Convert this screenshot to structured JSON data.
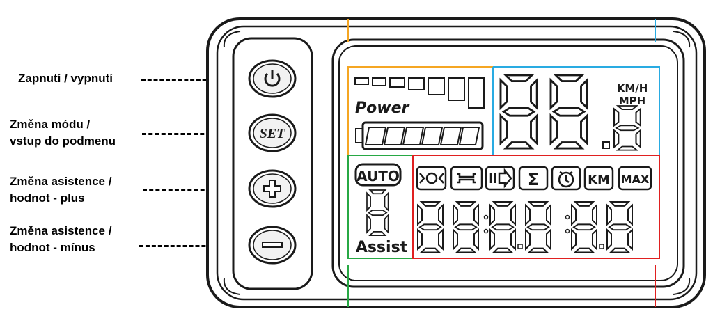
{
  "callouts": [
    {
      "line1": "Zapnutí / vypnutí",
      "line2": ""
    },
    {
      "line1": "Změna módu /",
      "line2": "vstup do podmenu"
    },
    {
      "line1": "Změna asistence /",
      "line2": "hodnot - plus"
    },
    {
      "line1": "Změna asistence /",
      "line2": "hodnot - mínus"
    }
  ],
  "buttons": {
    "set": "SET"
  },
  "lcd": {
    "power": "Power",
    "unit_top": "KM/H",
    "unit_bottom": "MPH",
    "auto": "AUTO",
    "assist": "Assist",
    "km": "KM",
    "max": "MAX",
    "sigma": "Σ"
  },
  "colors": {
    "power_zone": "#f5a623",
    "speed_zone": "#29abe2",
    "assist_zone": "#27a844",
    "info_zone": "#e02020"
  }
}
